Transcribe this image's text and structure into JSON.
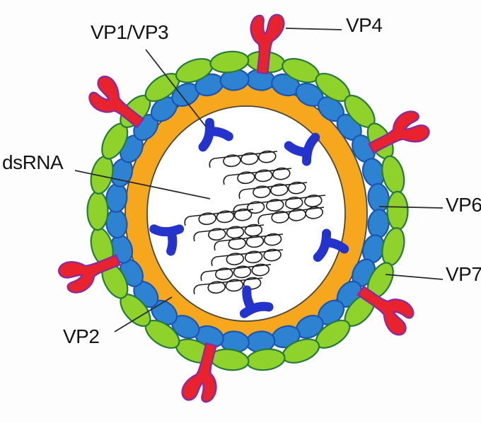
{
  "labels": {
    "vp1_vp3": "VP1/VP3",
    "vp4": "VP4",
    "dsrna": "dsRNA",
    "vp6": "VP6",
    "vp7": "VP7",
    "vp2": "VP2"
  },
  "colors": {
    "background": "#fdfdfd",
    "vp7_fill": "#8fd22b",
    "vp7_stroke": "#257a3c",
    "vp6_fill": "#2e82d2",
    "vp6_stroke": "#1b55b4",
    "vp2_fill": "#f6a71e",
    "vp2_edge": "#4a4733",
    "vp4_fill": "#e8232e",
    "vp4_stroke": "#8c2b9c",
    "vp1_vp3_fill": "#2433cc",
    "dsrna_stroke": "#1e1e1e",
    "pointer_line": "#2a2a2a",
    "label_text": "#151515",
    "core_fill": "#ffffff"
  },
  "structure": {
    "vp7_oval_count": 26,
    "vp6_oval_count": 32,
    "vp4_spike_count": 6,
    "vp1_vp3_blob_count": 5,
    "dsrna_segment_count": 11
  }
}
